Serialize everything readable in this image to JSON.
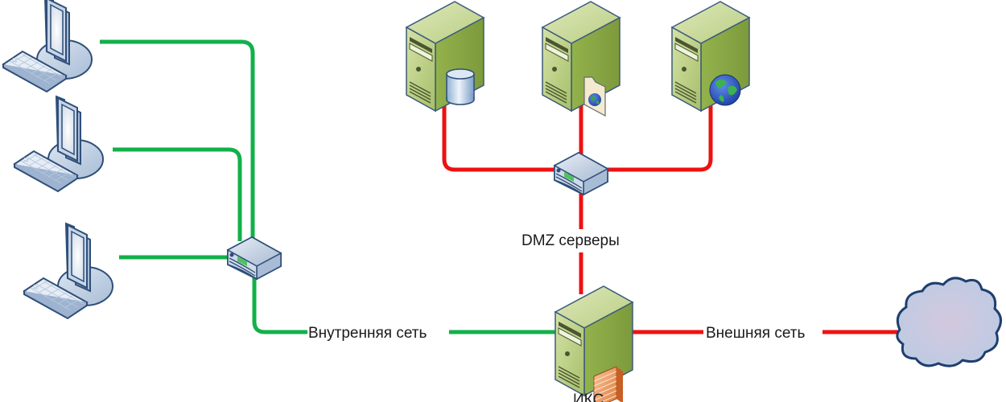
{
  "diagram": {
    "labels": {
      "internal_network": "Внутренняя сеть",
      "external_network": "Внешняя сеть",
      "dmz_servers": "DMZ серверы",
      "gateway": "ИКС"
    },
    "nodes": {
      "workstations": [
        {
          "type": "workstation",
          "network": "internal"
        },
        {
          "type": "workstation",
          "network": "internal"
        },
        {
          "type": "workstation",
          "network": "internal"
        }
      ],
      "internal_switch": {
        "type": "switch",
        "network": "internal"
      },
      "dmz_switch": {
        "type": "switch",
        "network": "dmz"
      },
      "dmz_servers": [
        {
          "type": "server",
          "badge": "database-icon"
        },
        {
          "type": "server",
          "badge": "web-document-icon"
        },
        {
          "type": "server",
          "badge": "globe-icon"
        }
      ],
      "gateway": {
        "type": "server",
        "badge": "firewall-icon"
      },
      "internet": {
        "type": "cloud"
      }
    },
    "colors": {
      "internal_link": "#12b04a",
      "external_link": "#ee1111",
      "server_body": "#a9c26a",
      "workstation_body": "#c9d8ea",
      "cloud": "#c4c2de"
    }
  }
}
